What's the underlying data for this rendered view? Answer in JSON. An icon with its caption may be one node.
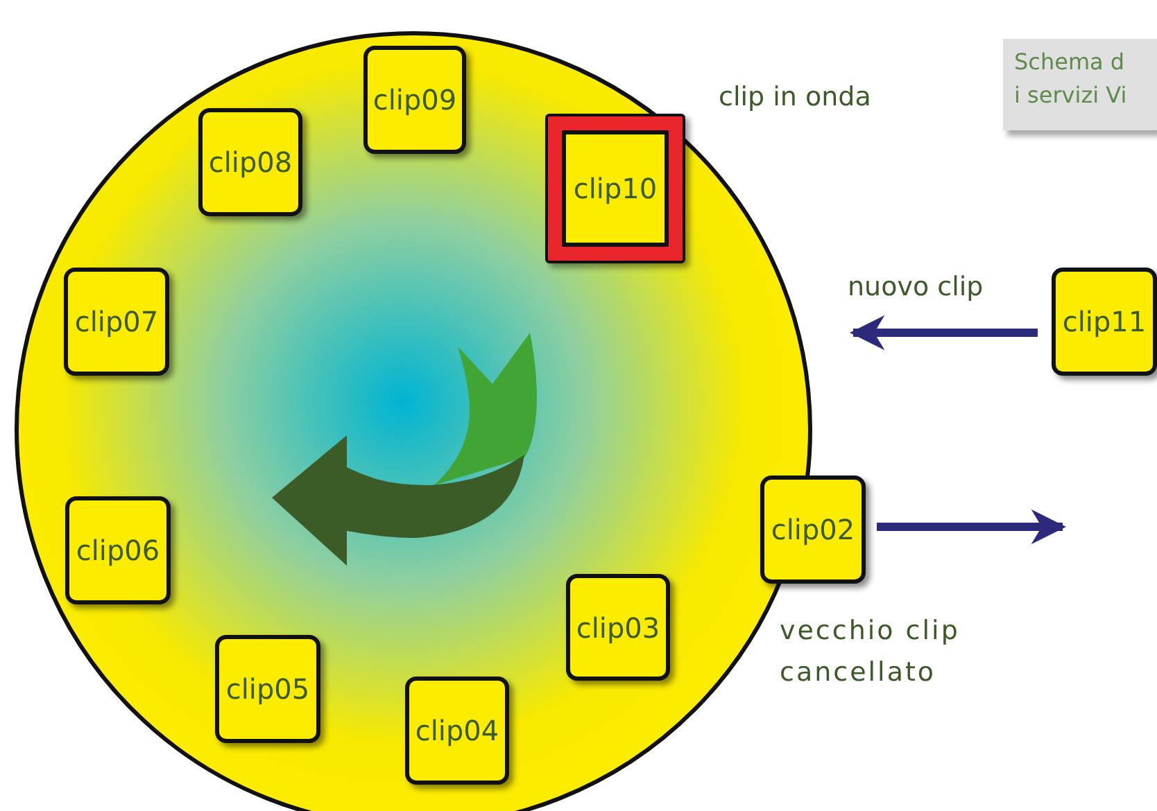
{
  "diagram": {
    "nodes": [
      {
        "text": [
          "clip09"
        ]
      },
      {
        "text": [
          "clip08"
        ]
      },
      {
        "text": [
          "clip10"
        ],
        "beside": [
          "clip in onda"
        ]
      },
      {
        "text": [
          "clip07"
        ]
      },
      {
        "text": [
          "clip11"
        ]
      },
      {
        "text": [
          "clip02"
        ],
        "beside": [
          "vecchio clip cancellato"
        ]
      },
      {
        "text": [
          "clip06"
        ]
      },
      {
        "text": [
          "clip03"
        ]
      },
      {
        "text": [
          "clip05"
        ]
      },
      {
        "text": [
          "clip04"
        ]
      }
    ],
    "edges": [
      {
        "from": 4,
        "to": null,
        "arrow": "to",
        "label": "nuovo clip"
      },
      {
        "from": 5,
        "to": null,
        "arrow": "to"
      }
    ],
    "labels": [
      "Schema d",
      "i servizi Vi"
    ]
  }
}
